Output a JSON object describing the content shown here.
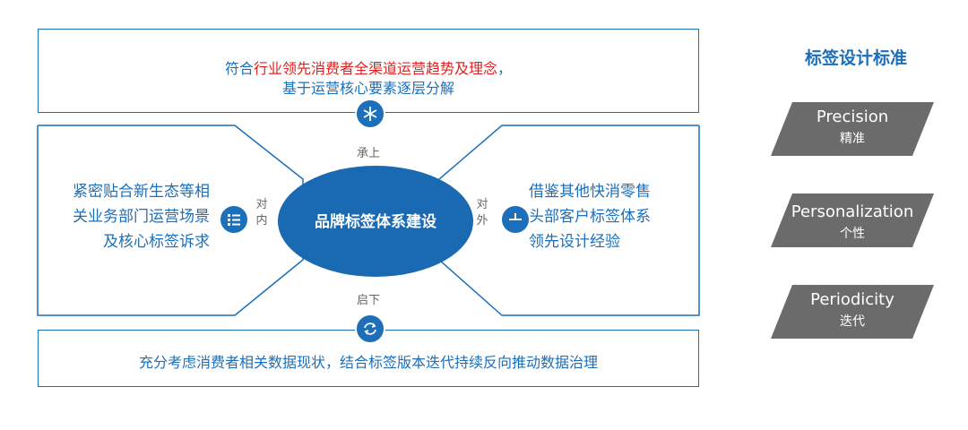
{
  "top": {
    "line1_prefix": "符合",
    "line1_highlight": "行业领先消费者全渠道运营趋势及理念",
    "line1_suffix": "，",
    "line2": "基于运营核心要素逐层分解"
  },
  "bottom": {
    "text": "充分考虑消费者相关数据现状，结合标签版本迭代持续反向推动数据治理"
  },
  "center": {
    "title": "品牌标签体系建设"
  },
  "labels": {
    "up": "承上",
    "down": "启下",
    "inner_1": "对",
    "inner_2": "内",
    "outer_1": "对",
    "outer_2": "外"
  },
  "left_text": [
    "紧密贴合新生态等相",
    "关业务部门运营场景",
    "及核心标签诉求"
  ],
  "right_text": [
    "借鉴其他快消零售",
    "头部客户标签体系",
    "领先设计经验"
  ],
  "standards": {
    "title": "标签设计标准",
    "items": [
      {
        "name": "Precision",
        "cn": "精准"
      },
      {
        "name": "Personalization",
        "cn": "个性"
      },
      {
        "name": "Periodicity",
        "cn": "迭代"
      }
    ]
  },
  "colors": {
    "primary": "#1c6fb8",
    "highlight": "#e02020",
    "parallelogram": "#6b6b6b"
  },
  "icons": [
    "snowflake-icon",
    "list-icon",
    "crosshair-icon",
    "cycle-icon"
  ]
}
